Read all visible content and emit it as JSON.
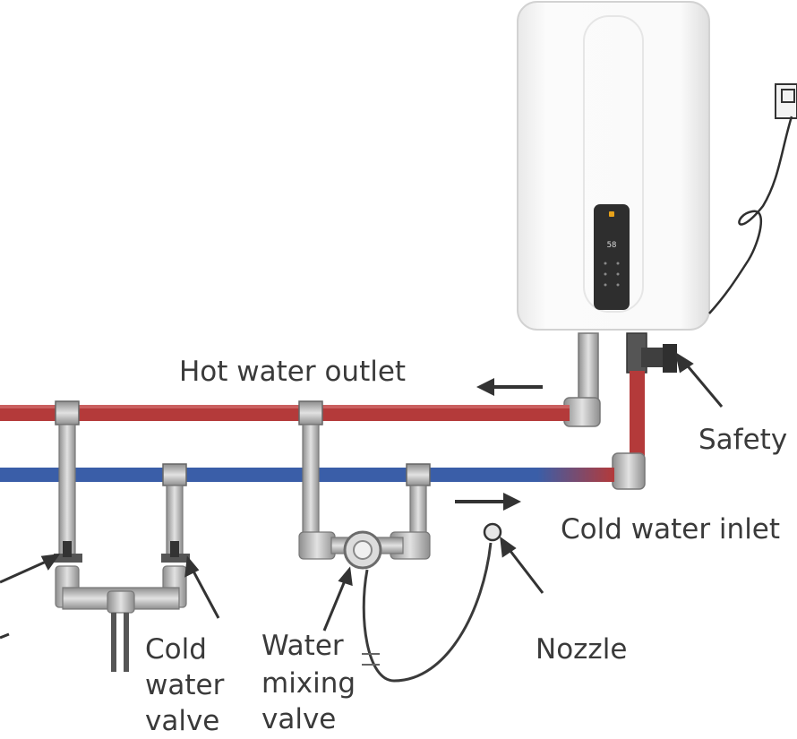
{
  "labels": {
    "hot_water_outlet": "Hot water outlet",
    "safety": "Safety",
    "cold_water_inlet": "Cold water inlet",
    "nozzle": "Nozzle",
    "cold_water_valve": [
      "Cold",
      "water",
      "valve"
    ],
    "water_mixing_valve": [
      "Water",
      "mixing",
      "valve"
    ],
    "display_reading": "58"
  },
  "colors": {
    "hot_pipe": "#b43a3a",
    "cold_pipe": "#3a5ea8",
    "pipe_fitting": "#c9c9c9",
    "heater_body": "#f4f4f4",
    "display_panel": "#2e2e2e",
    "display_accent": "#e8a21a",
    "arrow": "#3a3a3a"
  },
  "icons": [
    "heater-unit",
    "power-socket-icon",
    "flow-arrow-icon",
    "valve-icon",
    "nozzle-icon"
  ]
}
